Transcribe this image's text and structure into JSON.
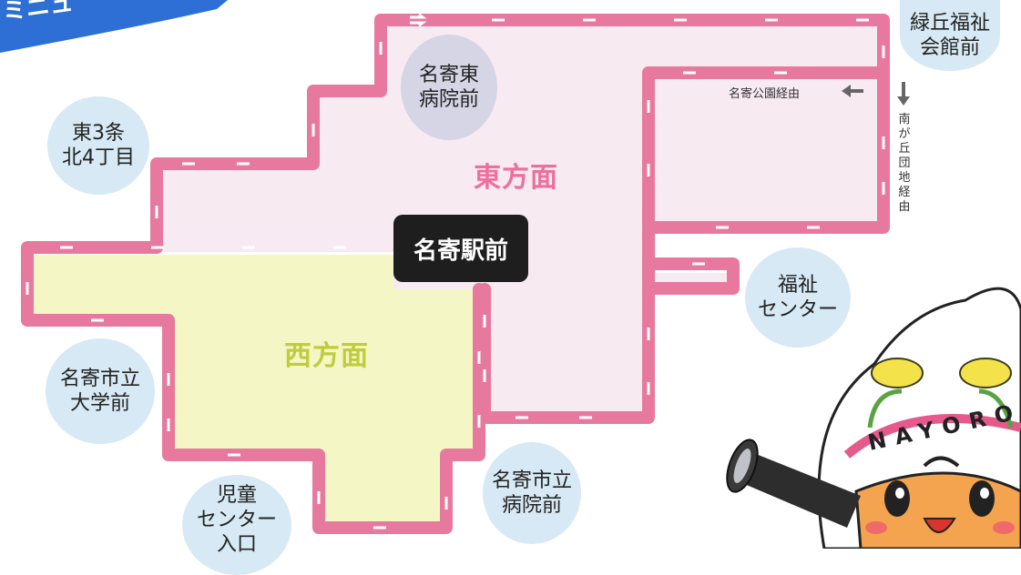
{
  "banner": {
    "text": "ミニュ"
  },
  "areas": {
    "east": "東方面",
    "west": "西方面"
  },
  "station": "名寄駅前",
  "stops": {
    "higashi3": [
      "東3条",
      "北4丁目"
    ],
    "hospital_east": [
      "名寄東",
      "病院前"
    ],
    "midorioka": [
      "緑丘福祉",
      "会館前"
    ],
    "fukushi": [
      "福祉",
      "センター"
    ],
    "univ": [
      "名寄市立",
      "大学前"
    ],
    "jidou": [
      "児童",
      "センター",
      "入口"
    ],
    "city_hospital": [
      "名寄市立",
      "病院前"
    ]
  },
  "notes": {
    "park_route": "名寄公園経由",
    "minamigaoka_route": "南が丘団地経由"
  },
  "mascot": {
    "cap_text": "NAYORO"
  },
  "colors": {
    "route": "#e8799e",
    "east_fill": "#f7eaf1",
    "west_fill": "#f5f6c5",
    "stop_bubble": "#d7e9f4",
    "hospital_bubble": "#d5d5e6",
    "east_label": "#ee6f9c",
    "west_label": "#bfcc3c",
    "banner": "#2d6fd4"
  }
}
